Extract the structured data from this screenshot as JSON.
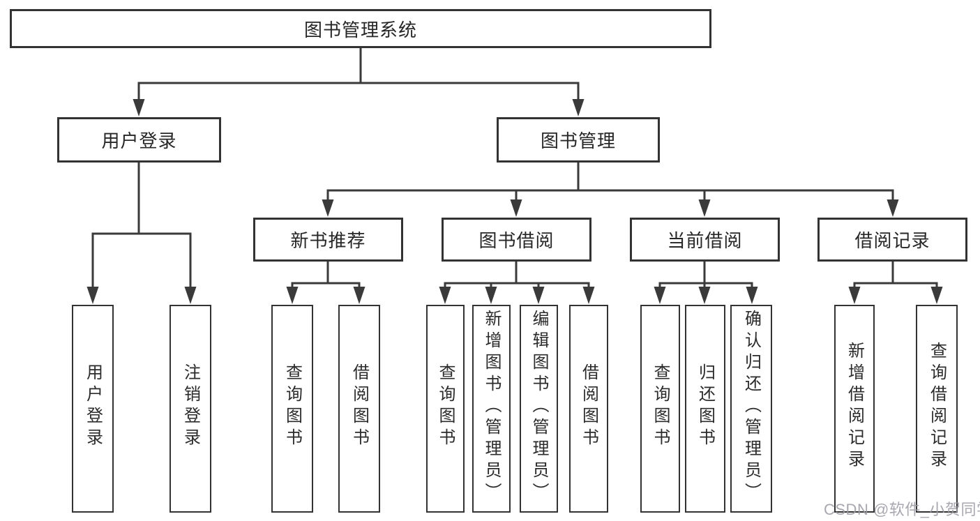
{
  "diagram": {
    "root": {
      "label": "图书管理系统"
    },
    "level2": [
      {
        "label": "用户登录"
      },
      {
        "label": "图书管理"
      }
    ],
    "level3": [
      {
        "label": "新书推荐",
        "parent": "图书管理"
      },
      {
        "label": "图书借阅",
        "parent": "图书管理"
      },
      {
        "label": "当前借阅",
        "parent": "图书管理"
      },
      {
        "label": "借阅记录",
        "parent": "图书管理"
      }
    ],
    "leaves": [
      {
        "label": "用户登录",
        "parent": "用户登录"
      },
      {
        "label": "注销登录",
        "parent": "用户登录"
      },
      {
        "label": "查询图书",
        "parent": "新书推荐"
      },
      {
        "label": "借阅图书",
        "parent": "新书推荐"
      },
      {
        "label": "查询图书",
        "parent": "图书借阅"
      },
      {
        "label": "新增图书（管理员）",
        "parent": "图书借阅"
      },
      {
        "label": "编辑图书（管理员）",
        "parent": "图书借阅"
      },
      {
        "label": "借阅图书",
        "parent": "图书借阅"
      },
      {
        "label": "查询图书",
        "parent": "当前借阅"
      },
      {
        "label": "归还图书",
        "parent": "当前借阅"
      },
      {
        "label": "确认归还（管理员）",
        "parent": "当前借阅"
      },
      {
        "label": "新增借阅记录",
        "parent": "借阅记录"
      },
      {
        "label": "查询借阅记录",
        "parent": "借阅记录"
      }
    ]
  },
  "watermark": {
    "text": "CSDN @软件_小贺同学"
  },
  "colors": {
    "line": "#3a3a3a",
    "box_border": "#333333",
    "text": "#262626",
    "watermark": "#9c9ca4",
    "background": "#ffffff"
  }
}
